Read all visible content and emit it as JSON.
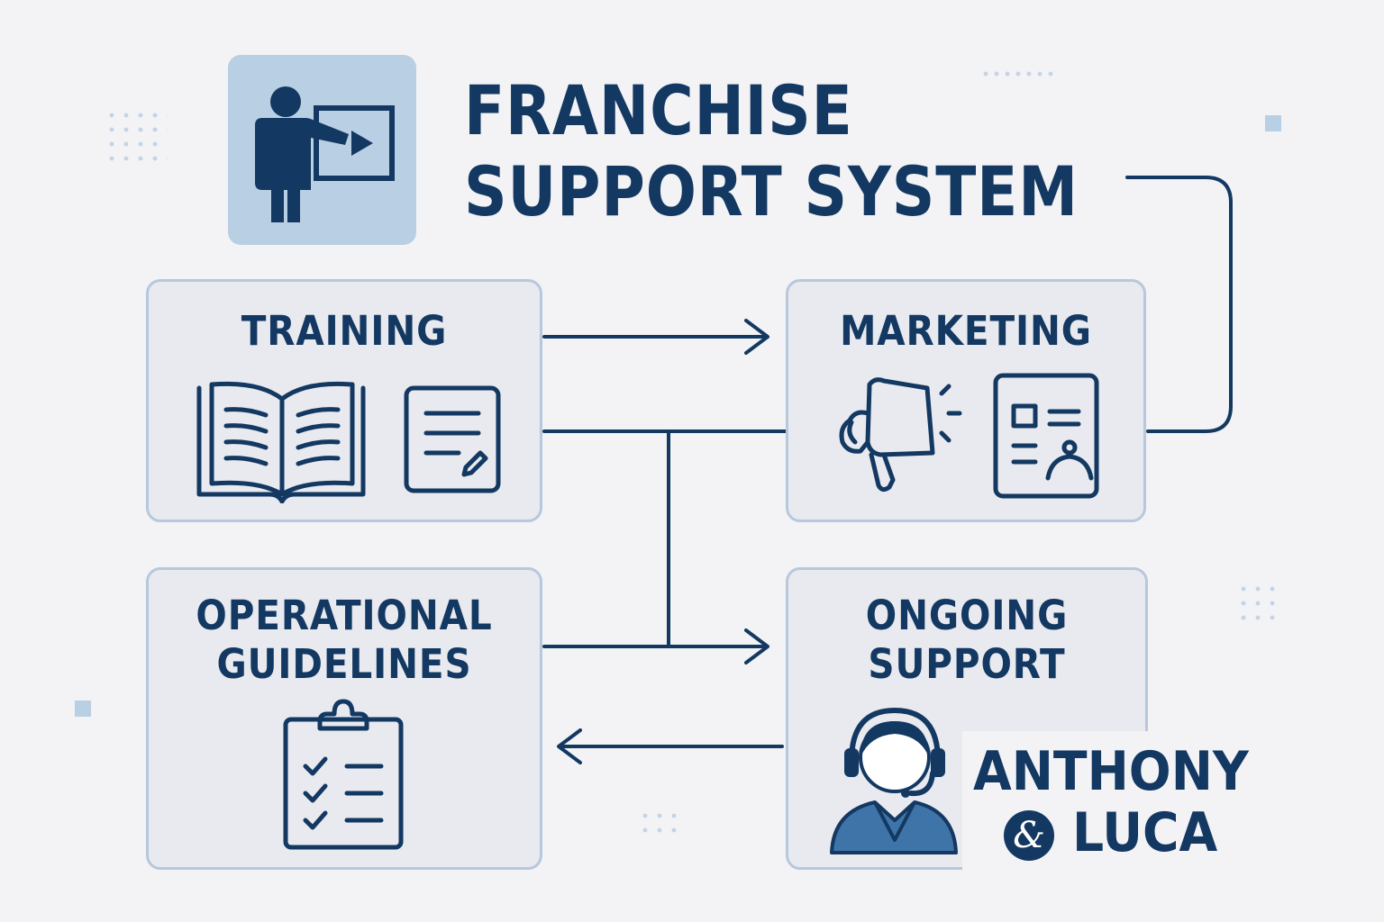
{
  "title": {
    "line1": "FRANCHISE",
    "line2": "SUPPORT SYSTEM"
  },
  "nodes": {
    "training": "TRAINING",
    "marketing": "MARKETING",
    "operational": "OPERATIONAL\nGUIDELINES",
    "ongoing": "ONGOING\nSUPPORT"
  },
  "brand": {
    "line1": "ANTHONY",
    "amp": "&",
    "line2": "LUCA"
  },
  "colors": {
    "ink": "#133862",
    "card_fill": "#e9eaef",
    "card_border": "#b7c8dc",
    "accent": "#b9cfe3",
    "headset_shirt": "#3f74a8",
    "background": "#f3f3f5"
  },
  "icons": [
    "presenter-icon",
    "book-icon",
    "notes-icon",
    "megaphone-icon",
    "profile-doc-icon",
    "clipboard-icon",
    "headset-agent-icon"
  ]
}
